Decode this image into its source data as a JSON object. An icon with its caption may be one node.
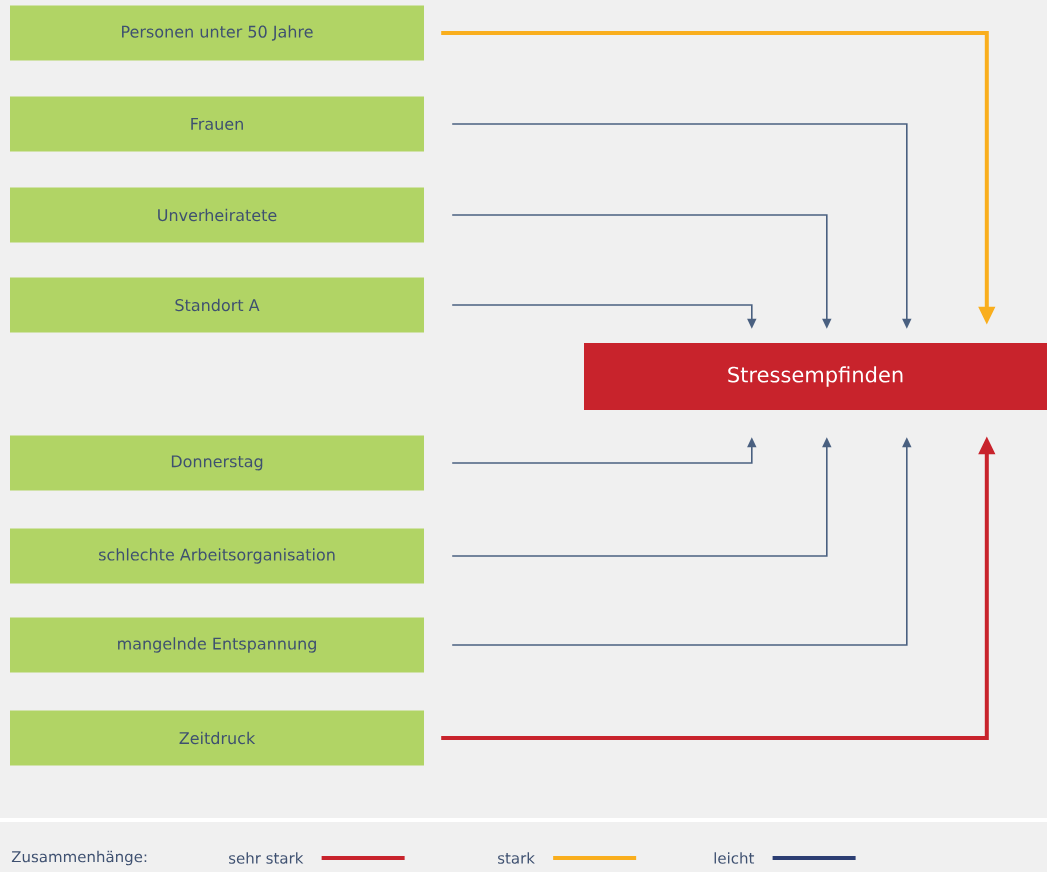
{
  "diagram": {
    "nodes": [
      {
        "text": [
          "Personen unter 50 Jahre"
        ]
      },
      {
        "text": [
          "Frauen"
        ]
      },
      {
        "text": [
          "Unverheiratete"
        ]
      },
      {
        "text": [
          "Standort A"
        ]
      },
      {
        "text": [
          "Stressempfinden"
        ]
      },
      {
        "text": [
          "Donnerstag"
        ]
      },
      {
        "text": [
          "schlechte Arbeitsorganisation"
        ]
      },
      {
        "text": [
          "mangelnde Entspannung"
        ]
      },
      {
        "text": [
          "Zeitdruck"
        ]
      }
    ],
    "edges": [
      {
        "from": 0,
        "to": 4,
        "arrow": "to",
        "style": "thick",
        "color": "#f9ae1d"
      },
      {
        "from": 1,
        "to": 4,
        "arrow": "to"
      },
      {
        "from": 2,
        "to": 4,
        "arrow": "to"
      },
      {
        "from": 3,
        "to": 4,
        "arrow": "to"
      },
      {
        "from": 5,
        "to": 4,
        "arrow": "to"
      },
      {
        "from": 6,
        "to": 4,
        "arrow": "to"
      },
      {
        "from": 7,
        "to": 4,
        "arrow": "to"
      },
      {
        "from": 8,
        "to": 4,
        "arrow": "to",
        "style": "thick",
        "color": "#c8232c"
      }
    ],
    "labels": [
      "Zusammenhänge:"
    ],
    "legend": [
      {
        "text": "sehr stark",
        "color": "#c8232c"
      },
      {
        "text": "stark",
        "color": "#f9ae1d"
      },
      {
        "text": "leicht",
        "color": "#2c3e73"
      }
    ]
  }
}
